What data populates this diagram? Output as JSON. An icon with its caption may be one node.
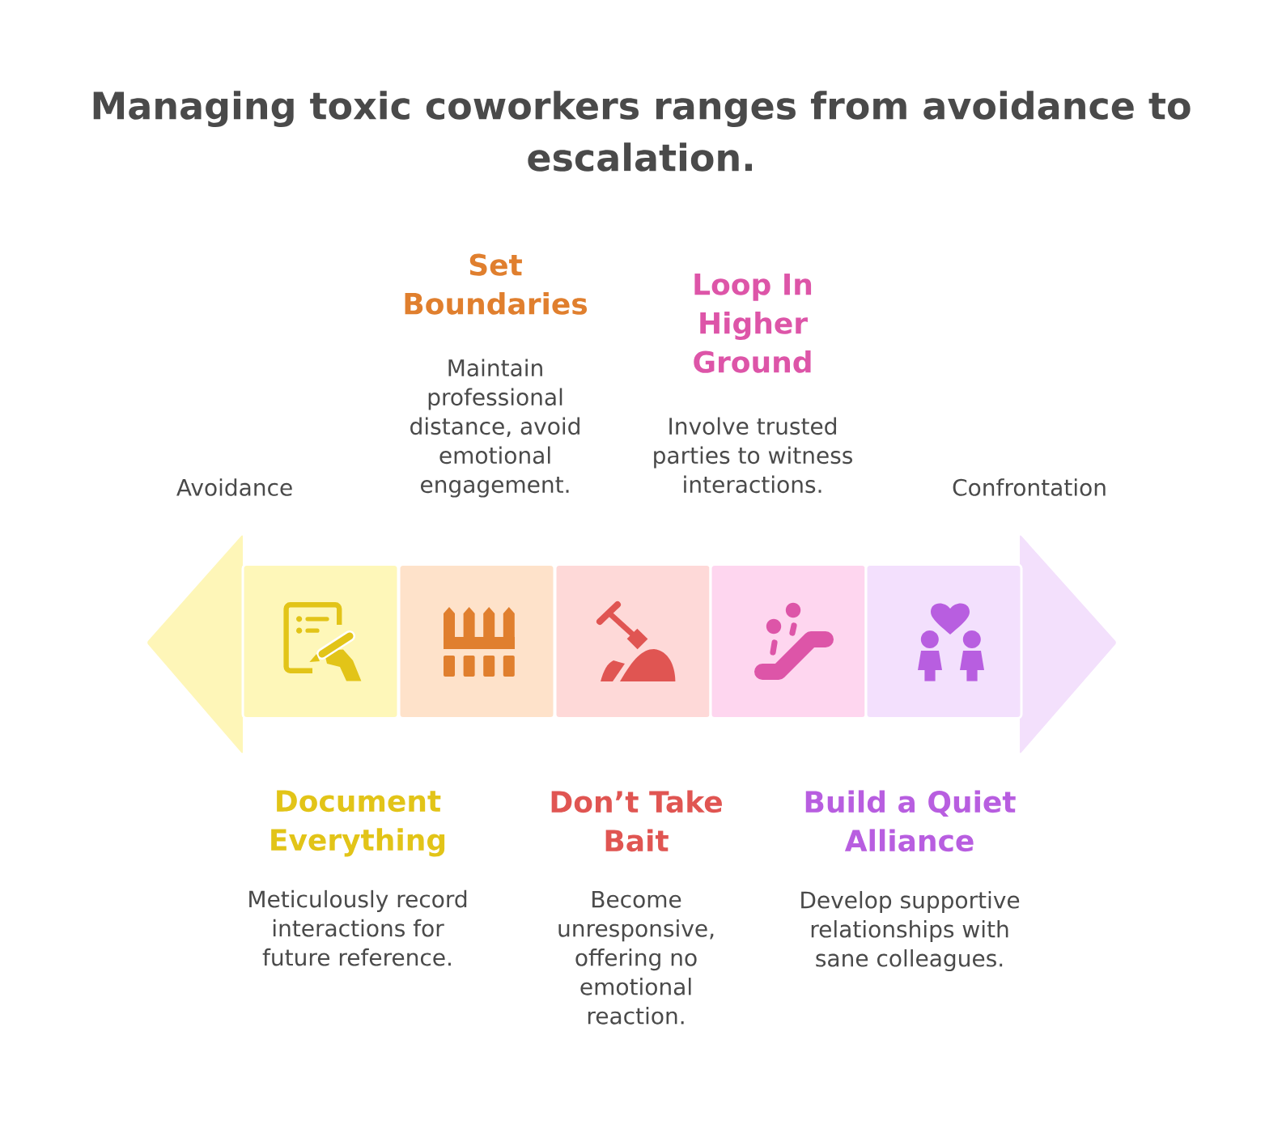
{
  "diagram": {
    "title": "Managing toxic coworkers ranges from avoidance to escalation.",
    "nodes": [
      {
        "text": [
          "Document Everything"
        ]
      },
      {
        "text": [
          "Set Boundaries",
          "Maintain professional distance, avoid emotional engagement."
        ]
      },
      {
        "text": [
          "Don’t Take Bait"
        ]
      },
      {
        "text": [
          "Loop In Higher Ground",
          "Involve trusted parties to witness interactions."
        ]
      },
      {
        "text": [
          "Build a Quiet Alliance"
        ]
      }
    ],
    "labels": [
      "Avoidance",
      "Confrontation",
      "Meticulously record interactions for future reference.",
      "Become unresponsive, offering no emotional reaction.",
      "Develop supportive relationships with sane colleagues."
    ]
  }
}
